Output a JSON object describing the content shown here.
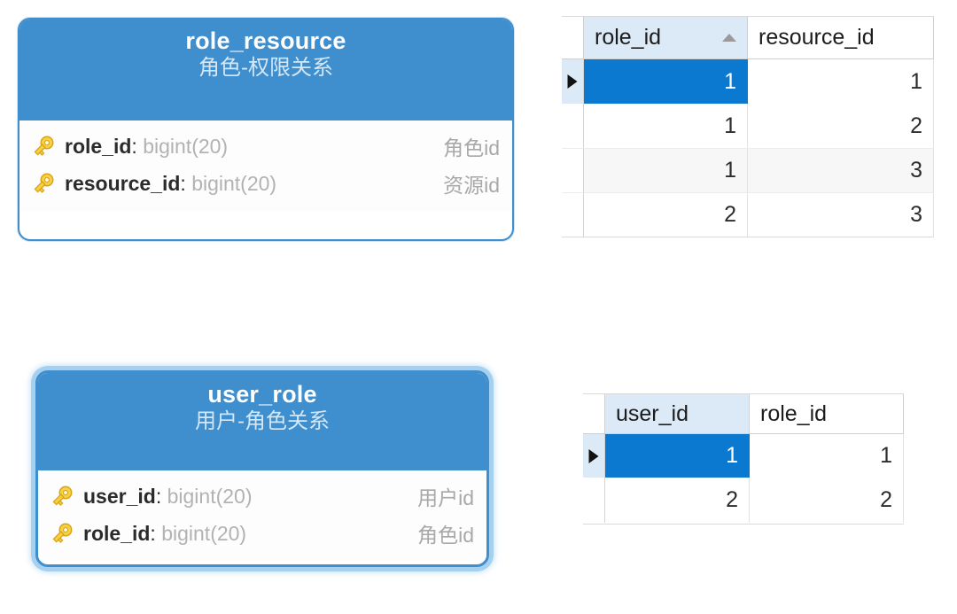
{
  "entities": [
    {
      "id": "role_resource",
      "title": "role_resource",
      "subtitle": "角色-权限关系",
      "selected": false,
      "fields": [
        {
          "icon": "key-icon",
          "name": "role_id",
          "separator": ": ",
          "type": "bigint(20)",
          "comment": "角色id"
        },
        {
          "icon": "key-icon",
          "name": "resource_id",
          "separator": ": ",
          "type": "bigint(20)",
          "comment": "资源id"
        }
      ]
    },
    {
      "id": "user_role",
      "title": "user_role",
      "subtitle": "用户-角色关系",
      "selected": true,
      "fields": [
        {
          "icon": "key-icon",
          "name": "user_id",
          "separator": ": ",
          "type": "bigint(20)",
          "comment": "用户id"
        },
        {
          "icon": "key-icon",
          "name": "role_id",
          "separator": ": ",
          "type": "bigint(20)",
          "comment": "角色id"
        }
      ]
    }
  ],
  "grids": [
    {
      "id": "role_resource_grid",
      "columns": [
        {
          "label": "role_id",
          "sorted": true,
          "sort_direction": "ascending",
          "sort_icon": "sort-ascending-icon"
        },
        {
          "label": "resource_id",
          "sorted": false,
          "sort_direction": "",
          "sort_icon": ""
        }
      ],
      "rows": [
        {
          "cells": [
            "1",
            "1"
          ],
          "selected": true,
          "alt": false
        },
        {
          "cells": [
            "1",
            "2"
          ],
          "selected": false,
          "alt": false
        },
        {
          "cells": [
            "1",
            "3"
          ],
          "selected": false,
          "alt": true
        },
        {
          "cells": [
            "2",
            "3"
          ],
          "selected": false,
          "alt": false
        }
      ],
      "selected_cell_index": 0,
      "row_marker_icon": "row-selector-triangle-icon"
    },
    {
      "id": "user_role_grid",
      "columns": [
        {
          "label": "user_id",
          "sorted": true,
          "sort_direction": "",
          "sort_icon": ""
        },
        {
          "label": "role_id",
          "sorted": false,
          "sort_direction": "",
          "sort_icon": ""
        }
      ],
      "rows": [
        {
          "cells": [
            "1",
            "1"
          ],
          "selected": true,
          "alt": false
        },
        {
          "cells": [
            "2",
            "2"
          ],
          "selected": false,
          "alt": false
        }
      ],
      "selected_cell_index": 0,
      "row_marker_icon": "row-selector-triangle-icon"
    }
  ],
  "colors": {
    "entity_header": "#3f8ecd",
    "entity_selection_glow": "#a6d0ef",
    "grid_selection": "#0b79d0",
    "sorted_header": "#dce9f6",
    "key_icon_gold": "#f2c230",
    "field_type_gray": "#b2b2b2",
    "comment_gray": "#a8a8a8"
  }
}
